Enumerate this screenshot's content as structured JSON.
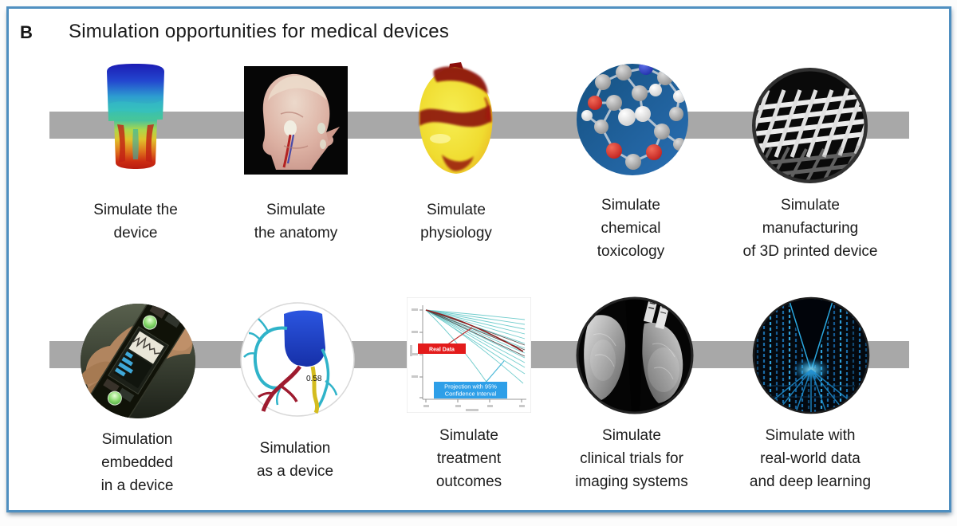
{
  "figure": {
    "panel_label": "B",
    "title": "Simulation opportunities for medical devices"
  },
  "colors": {
    "panel_border": "#4f8fc0",
    "connector_bar": "#a8a8a8",
    "caption_text": "#1c1c1c",
    "real_data_box": "#e31b1b",
    "projection_box": "#2e9fe8"
  },
  "rows": [
    {
      "items": [
        {
          "image": "device-thermal-simulation",
          "caption": "Simulate the\ndevice"
        },
        {
          "image": "head-anatomy-3d-render",
          "caption": "Simulate\nthe anatomy"
        },
        {
          "image": "heart-physiology-simulation",
          "caption": "Simulate\nphysiology"
        },
        {
          "image": "molecule-ball-and-stick",
          "caption": "Simulate\nchemical\ntoxicology"
        },
        {
          "image": "3d-printed-lattice-device",
          "caption": "Simulate\nmanufacturing\nof 3D printed device"
        }
      ]
    },
    {
      "items": [
        {
          "image": "hand-holding-simulation-device",
          "caption": "Simulation\nembedded\nin a device"
        },
        {
          "image": "coronary-vessel-model",
          "caption": "Simulation\nas a device",
          "ffr_value": "0.58"
        },
        {
          "image": "survival-projection-chart",
          "caption": "Simulate\ntreatment\noutcomes"
        },
        {
          "image": "mammogram-xray-pair",
          "caption": "Simulate\nclinical trials for\nimaging systems"
        },
        {
          "image": "digital-data-matrix",
          "caption": "Simulate with\nreal-world data\nand deep learning"
        }
      ]
    }
  ],
  "chart_labels": {
    "real_data": "Real Data",
    "projection_line1": "Projection with 95%",
    "projection_line2": "Confidence Interval"
  },
  "chart_data": {
    "type": "line",
    "context": "inset image in 'Simulate treatment outcomes': survival projections over time",
    "x_axis": {
      "label_legible": false,
      "range_estimate": [
        0,
        6
      ],
      "ticks_visible": true
    },
    "y_axis": {
      "label_legible": false,
      "range_estimate": [
        0.25,
        1.0
      ],
      "ticks_visible": true
    },
    "series": [
      {
        "name": "Real Data",
        "color": "#8f2020",
        "x_estimate": [
          0,
          1,
          2,
          3,
          4,
          5,
          6
        ],
        "y_estimate": [
          1.0,
          0.97,
          0.93,
          0.88,
          0.83,
          0.78,
          0.73
        ]
      },
      {
        "name": "Simulated projection fan",
        "color": "#58c4c4",
        "curve_count_estimate": 40,
        "start_y": 1.0,
        "end_y_range_estimate": [
          0.35,
          0.85
        ]
      }
    ],
    "annotations": [
      {
        "label": "Real Data",
        "box_color": "#e31b1b",
        "text_color": "#ffffff"
      },
      {
        "label": "Projection with 95% Confidence Interval",
        "box_color": "#2e9fe8",
        "text_color": "#ffffff"
      }
    ],
    "grid": false,
    "legend_position": "none"
  }
}
